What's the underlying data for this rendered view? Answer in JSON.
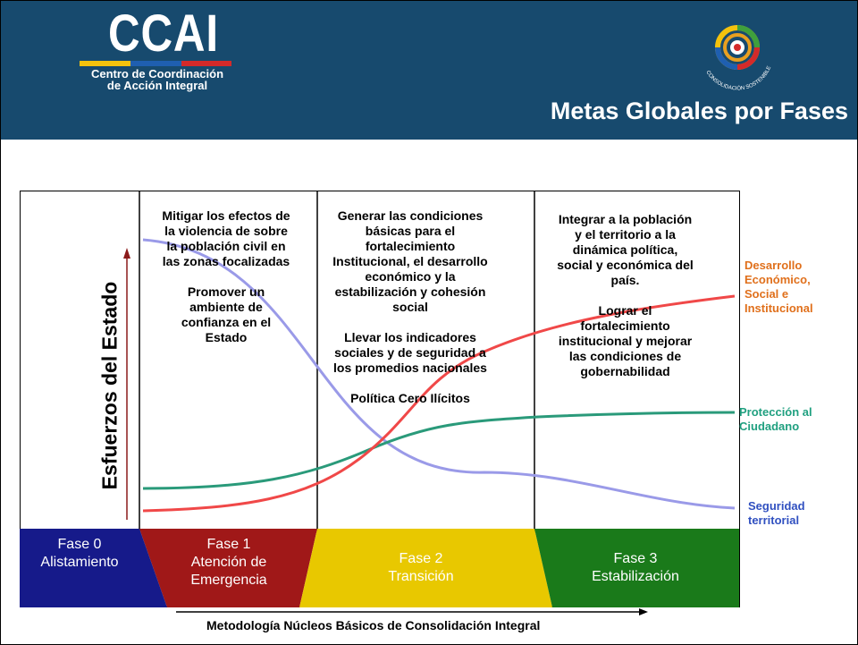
{
  "header": {
    "logo_text": "CCAI",
    "logo_subtitle_line1": "Centro de Coordinación",
    "logo_subtitle_line2": "de Acción Integral",
    "seal_text": "CONSOLIDACIÓN SOSTENIBLE",
    "page_title": "Metas Globales por Fases",
    "background_color": "#174a6e"
  },
  "diagram": {
    "y_axis_label": "Esfuerzos del Estado",
    "x_axis_label": "Metodología Núcleos Básicos de Consolidación Integral",
    "column_texts": [
      {
        "lines": [
          "Mitigar los efectos de",
          "la violencia de sobre",
          "la población civil en",
          "las zonas focalizadas",
          "",
          "Promover un",
          "ambiente de",
          "confianza en el",
          "Estado"
        ]
      },
      {
        "lines": [
          "Generar las condiciones",
          "básicas para el",
          "fortalecimiento",
          "Institucional, el desarrollo",
          "económico y la",
          "estabilización y cohesión",
          "social",
          "",
          "Llevar los indicadores",
          "sociales y de seguridad a",
          "los promedios nacionales",
          "",
          "Política Cero Ilícitos"
        ]
      },
      {
        "lines": [
          "Integrar a la población",
          "y el territorio a la",
          "dinámica política,",
          "social y económica del",
          "país.",
          "",
          "Lograr el",
          "fortalecimiento",
          "institucional  y mejorar",
          "las condiciones de",
          "gobernabilidad"
        ]
      }
    ],
    "curves": [
      {
        "name_lines": [
          "Desarrollo",
          "Económico,",
          "Social e",
          "Institucional"
        ],
        "color": "#f04848",
        "label_color": "#e0701c"
      },
      {
        "name_lines": [
          "Protección al",
          "Ciudadano"
        ],
        "color": "#2a9a7a",
        "label_color": "#20a080"
      },
      {
        "name_lines": [
          "Seguridad",
          "territorial"
        ],
        "color": "#9a9ae8",
        "label_color": "#3050c0"
      }
    ],
    "phases": [
      {
        "name": "Fase 0",
        "subtitle_lines": [
          "Alistamiento"
        ],
        "color": "#161a8a"
      },
      {
        "name": "Fase 1",
        "subtitle_lines": [
          "Atención de",
          "Emergencia"
        ],
        "color": "#a01818"
      },
      {
        "name": "Fase 2",
        "subtitle_lines": [
          "Transición"
        ],
        "color": "#e8c800"
      },
      {
        "name": "Fase 3",
        "subtitle_lines": [
          "Estabilización"
        ],
        "color": "#1a7a1a"
      }
    ]
  }
}
